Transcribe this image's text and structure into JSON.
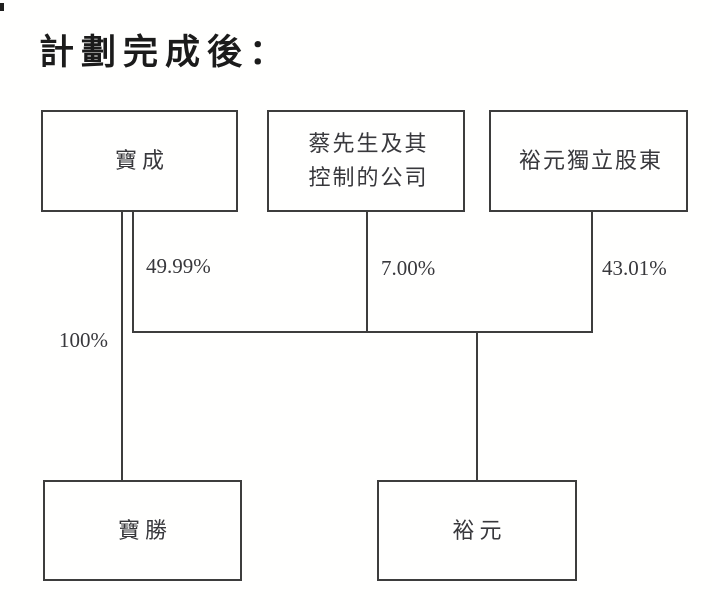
{
  "title": "計劃完成後：",
  "diagram": {
    "nodes": [
      {
        "id": "pou-chen",
        "label": "寶成"
      },
      {
        "id": "tsai-and-controlled-companies",
        "label": "蔡先生及其控制的公司",
        "lines": [
          "蔡先生及其",
          "控制的公司"
        ]
      },
      {
        "id": "yue-yuen-independent-shareholders",
        "label": "裕元獨立股東"
      },
      {
        "id": "pou-sheng",
        "label": "寶勝"
      },
      {
        "id": "yue-yuen",
        "label": "裕元"
      }
    ],
    "edges": [
      {
        "from": "寶成",
        "to": "寶勝",
        "label": "100%"
      },
      {
        "from": "寶成",
        "to": "裕元",
        "label": "49.99%"
      },
      {
        "from": "蔡先生及其控制的公司",
        "to": "裕元",
        "label": "7.00%"
      },
      {
        "from": "裕元獨立股東",
        "to": "裕元",
        "label": "43.01%"
      }
    ]
  },
  "colors": {
    "background": "#fffffe",
    "box_border": "#3d3d3d",
    "line": "#3d3d3d",
    "box_text": "#38383c",
    "title_text": "#1b1b1b"
  }
}
